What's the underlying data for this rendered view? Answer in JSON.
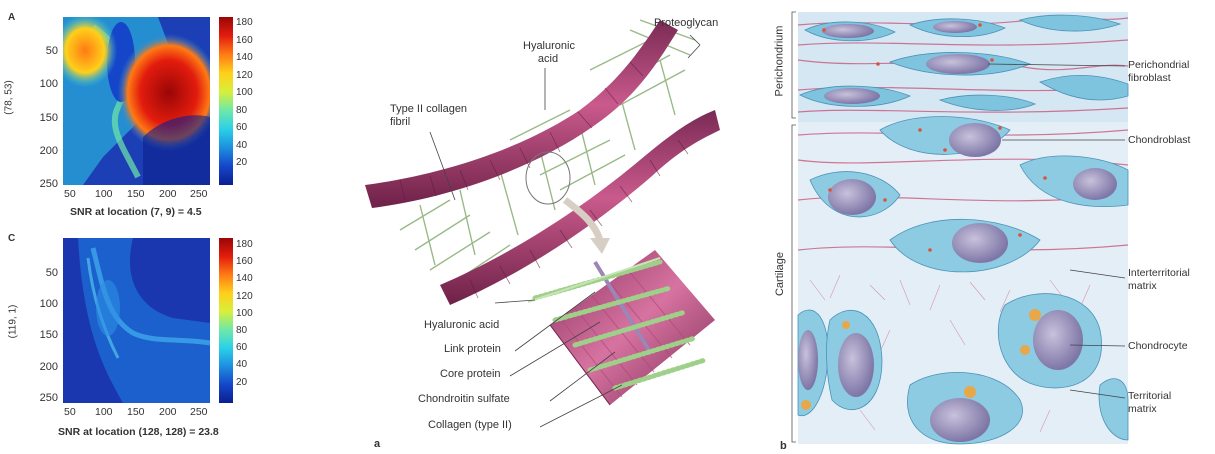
{
  "left_panels": [
    {
      "letter": "A",
      "ylabel": "(78, 53)",
      "xlabel": "SNR at location (7, 9) = 4.5",
      "yticks": [
        "50",
        "100",
        "150",
        "200",
        "250"
      ],
      "xticks": [
        "50",
        "100",
        "150",
        "200",
        "250"
      ],
      "colorbar_ticks": [
        "180",
        "160",
        "140",
        "120",
        "100",
        "80",
        "60",
        "40",
        "20"
      ]
    },
    {
      "letter": "C",
      "ylabel": "(119, 1)",
      "xlabel": "SNR at location (128, 128) = 23.8",
      "yticks": [
        "50",
        "100",
        "150",
        "200",
        "250"
      ],
      "xticks": [
        "50",
        "100",
        "150",
        "200",
        "250"
      ],
      "colorbar_ticks": [
        "180",
        "160",
        "140",
        "120",
        "100",
        "80",
        "60",
        "40",
        "20"
      ]
    }
  ],
  "colormap": [
    "#0b1f8f",
    "#1546c9",
    "#1d8fe0",
    "#2bd0e8",
    "#6fe8a8",
    "#d8ef3a",
    "#ffcf1a",
    "#ff7a14",
    "#e21c0e",
    "#9a0606"
  ],
  "diagram_a": {
    "panel_label": "a",
    "labels": {
      "proteoglycan": "Proteoglycan",
      "hyaluronic_acid_top": "Hyaluronic acid",
      "type2_fibril": "Type II collagen fibril",
      "hyaluronic_acid": "Hyaluronic acid",
      "link_protein": "Link protein",
      "core_protein": "Core protein",
      "chondroitin_sulfate": "Chondroitin sulfate",
      "collagen_type2": "Collagen (type II)"
    }
  },
  "diagram_b": {
    "panel_label": "b",
    "side_labels": {
      "perichondrium": "Perichondrium",
      "cartilage": "Cartilage"
    },
    "labels": {
      "perichondrial_fibroblast": "Perichondrial fibroblast",
      "chondroblast": "Chondroblast",
      "interterritorial_matrix": "Interterritorial matrix",
      "chondrocyte": "Chondrocyte",
      "territorial_matrix": "Territorial matrix"
    }
  }
}
